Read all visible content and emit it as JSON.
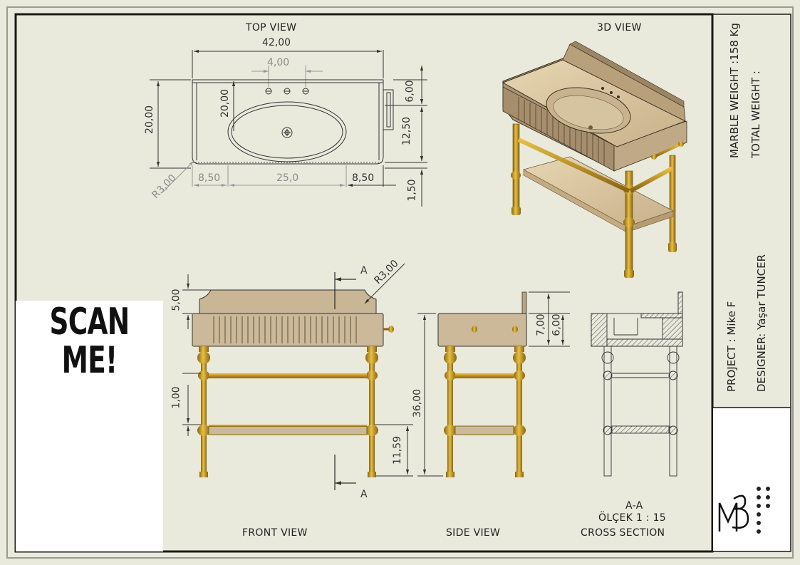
{
  "views": {
    "top": "TOP VIEW",
    "three_d": "3D VIEW",
    "front": "FRONT VIEW",
    "side": "SIDE VIEW",
    "cross": "CROSS SECTION",
    "section_id": "A-A",
    "scale": "ÖLÇEK 1 : 15"
  },
  "top_dims": {
    "overall_width": "42,00",
    "faucet_spacing": "4,00",
    "depth": "20,00",
    "basin_depth": "20,00",
    "backsplash": "6,00",
    "basin_offset": "12,50",
    "front_lip": "1,50",
    "left_margin": "8,50",
    "basin_width": "25,0",
    "right_margin": "8,50",
    "corner_radius": "R3,00"
  },
  "front_dims": {
    "splash_height": "5,00",
    "bar_thickness": "1,00",
    "shelf_height": "11,59",
    "corner_radius": "R3,00",
    "section_mark": "A"
  },
  "side_dims": {
    "overall_height": "36,00",
    "top_height": "7,00",
    "body_height": "6,00"
  },
  "sidebar": {
    "marble_weight": "MARBLE WEIGHT :158 Kg",
    "total_weight": "TOTAL WEIGHT :",
    "project": "PROJECT : Mike F",
    "designer": "DESIGNER: Yaşar TUNCER"
  },
  "qr": {
    "cta_line1": "SCAN",
    "cta_line2": "ME!"
  },
  "colors": {
    "paper": "#e9e9dc",
    "frame": "#1a1a1a",
    "marble": "#d8c39e",
    "gold": "#c99a1c",
    "dim_line": "#333333"
  }
}
